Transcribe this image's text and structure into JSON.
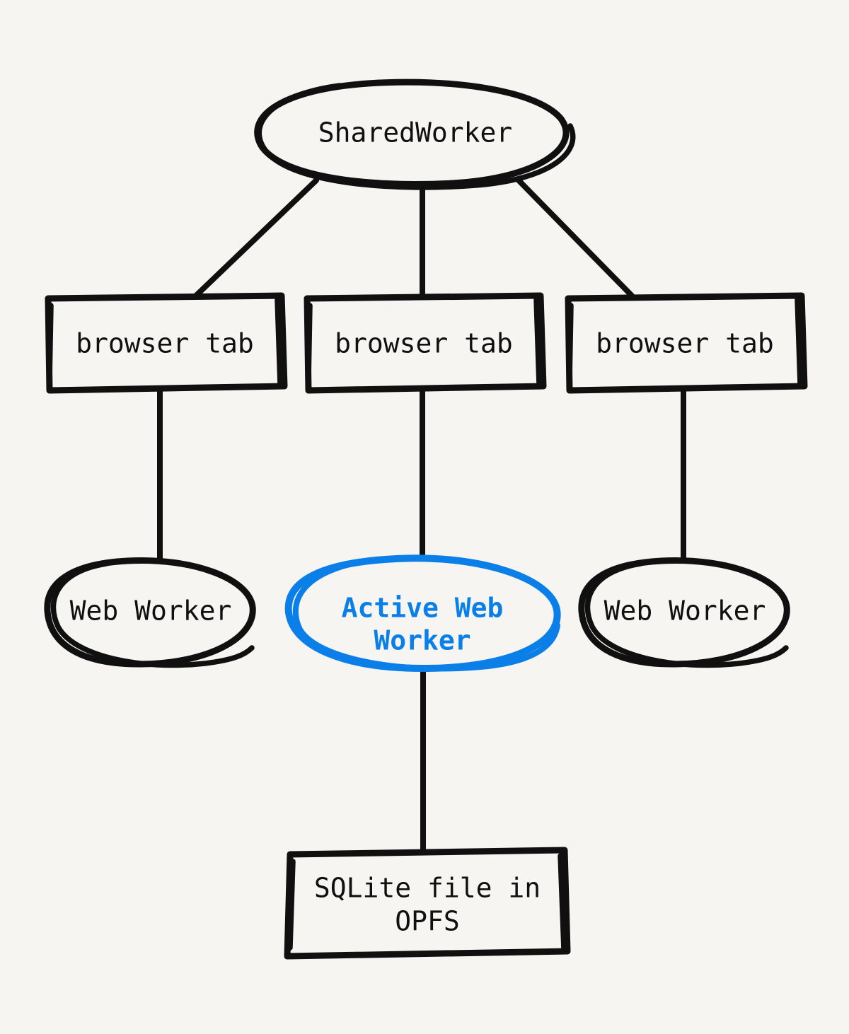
{
  "page": {
    "title": "SharedWorker browser tab architecture diagram",
    "background_color": "#f6f5f1",
    "stroke_color": "#101010",
    "accent_color": "#0b7fe8",
    "style": "hand-drawn sketch"
  },
  "nodes": {
    "shared_worker": {
      "label": "SharedWorker",
      "shape": "ellipse",
      "color": "#101010"
    },
    "browser_tab_left": {
      "label": "browser tab",
      "shape": "rectangle",
      "color": "#101010"
    },
    "browser_tab_middle": {
      "label": "browser tab",
      "shape": "rectangle",
      "color": "#101010"
    },
    "browser_tab_right": {
      "label": "browser tab",
      "shape": "rectangle",
      "color": "#101010"
    },
    "web_worker_left": {
      "label": "Web Worker",
      "shape": "ellipse",
      "color": "#101010"
    },
    "active_web_worker": {
      "label_line1": "Active Web",
      "label_line2": "Worker",
      "shape": "ellipse",
      "color": "#0b7fe8"
    },
    "web_worker_right": {
      "label": "Web Worker",
      "shape": "ellipse",
      "color": "#101010"
    },
    "sqlite_file": {
      "label_line1": "SQLite file in",
      "label_line2": "OPFS",
      "shape": "rectangle",
      "color": "#101010"
    }
  },
  "edges": [
    {
      "from": "shared_worker",
      "to": "browser_tab_left"
    },
    {
      "from": "shared_worker",
      "to": "browser_tab_middle"
    },
    {
      "from": "shared_worker",
      "to": "browser_tab_right"
    },
    {
      "from": "browser_tab_left",
      "to": "web_worker_left"
    },
    {
      "from": "browser_tab_middle",
      "to": "active_web_worker"
    },
    {
      "from": "browser_tab_right",
      "to": "web_worker_right"
    },
    {
      "from": "active_web_worker",
      "to": "sqlite_file"
    }
  ]
}
